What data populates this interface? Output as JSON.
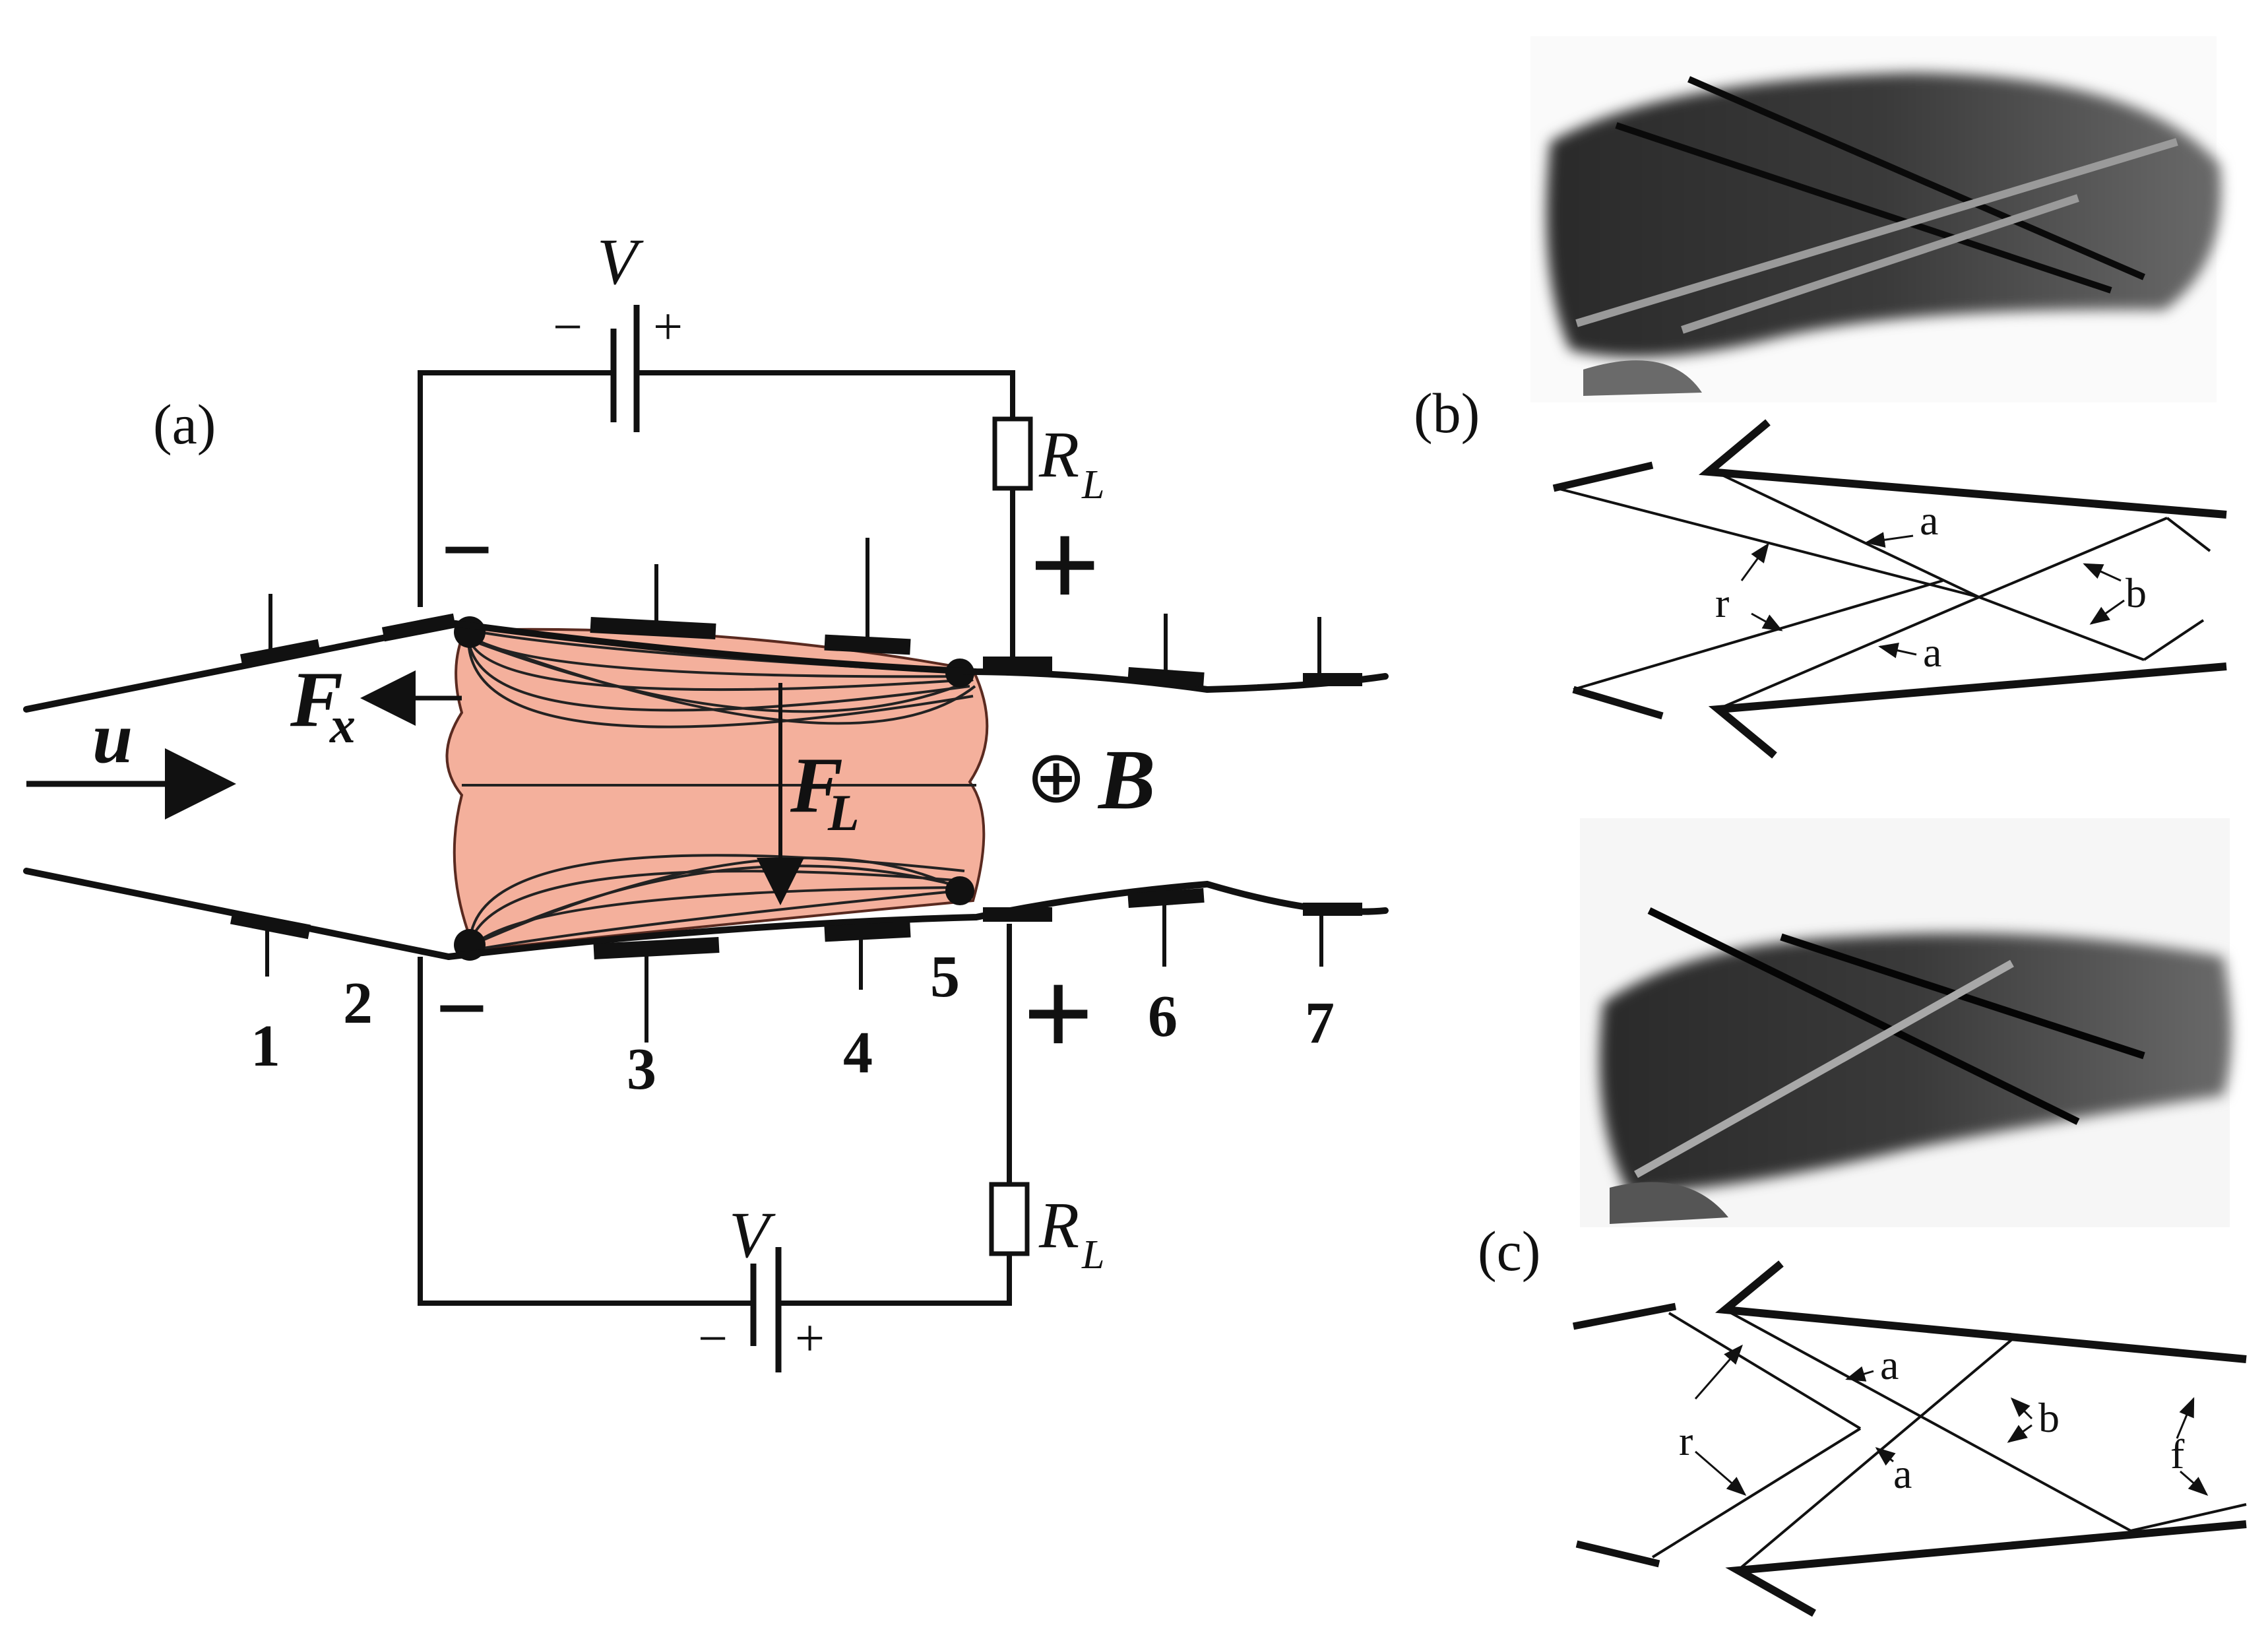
{
  "panels": {
    "a": "(a)",
    "b": "(b)",
    "c": "(c)"
  },
  "circuit": {
    "top_battery": "V",
    "bottom_battery": "V",
    "top_resistor": "R",
    "top_resistor_sub": "L",
    "bottom_resistor": "R",
    "bottom_resistor_sub": "L",
    "minus": "−",
    "plus": "+",
    "big_minus": "−",
    "big_plus": "+"
  },
  "channel": {
    "flow": "u",
    "force_x": "F",
    "force_x_sub": "x",
    "force_l": "F",
    "force_l_sub": "L",
    "field_symbol": "⊕",
    "field": "B"
  },
  "electrodes": [
    "1",
    "2",
    "3",
    "4",
    "5",
    "6",
    "7"
  ],
  "shock_labels_b": {
    "a1": "a",
    "a2": "a",
    "r": "r",
    "b": "b"
  },
  "shock_labels_c": {
    "a1": "a",
    "a2": "a",
    "r": "r",
    "b": "b",
    "f": "f"
  },
  "colors": {
    "plasma_fill": "#f4b09c",
    "ink": "#111111"
  }
}
